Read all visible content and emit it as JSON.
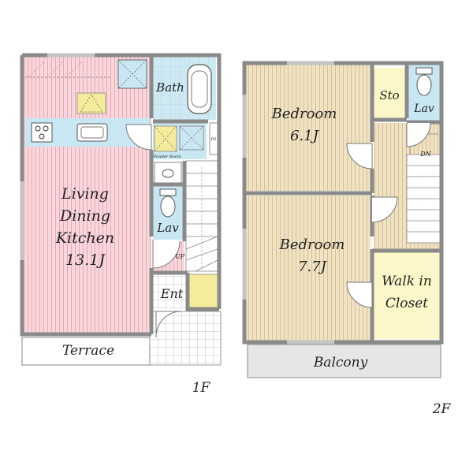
{
  "floor1": {
    "label": "1F",
    "rooms": {
      "ldk": {
        "line1": "Living",
        "line2": "Dining",
        "line3": "Kitchen",
        "size": "13.1J"
      },
      "bath": "Bath",
      "powder_room": "Powder Room",
      "ps": "PS",
      "lav": "Lav",
      "up": "UP",
      "ent": "Ent",
      "terrace": "Terrace"
    }
  },
  "floor2": {
    "label": "2F",
    "rooms": {
      "bedroom1": {
        "name": "Bedroom",
        "size": "6.1J"
      },
      "bedroom2": {
        "name": "Bedroom",
        "size": "7.7J"
      },
      "sto": "Sto",
      "lav": "Lav",
      "dn": "DN",
      "walk_in_line1": "Walk in",
      "walk_in_line2": "Closet",
      "balcony": "Balcony"
    }
  },
  "colors": {
    "wall": "#8c8c8c",
    "ldk_floor": "#f6cfd6",
    "wet_area": "#c9e7f2",
    "bedroom_floor": "#ede0bf",
    "closet": "#fbf7c9",
    "terrace": "#ffffff",
    "balcony": "#e3e3e3"
  }
}
